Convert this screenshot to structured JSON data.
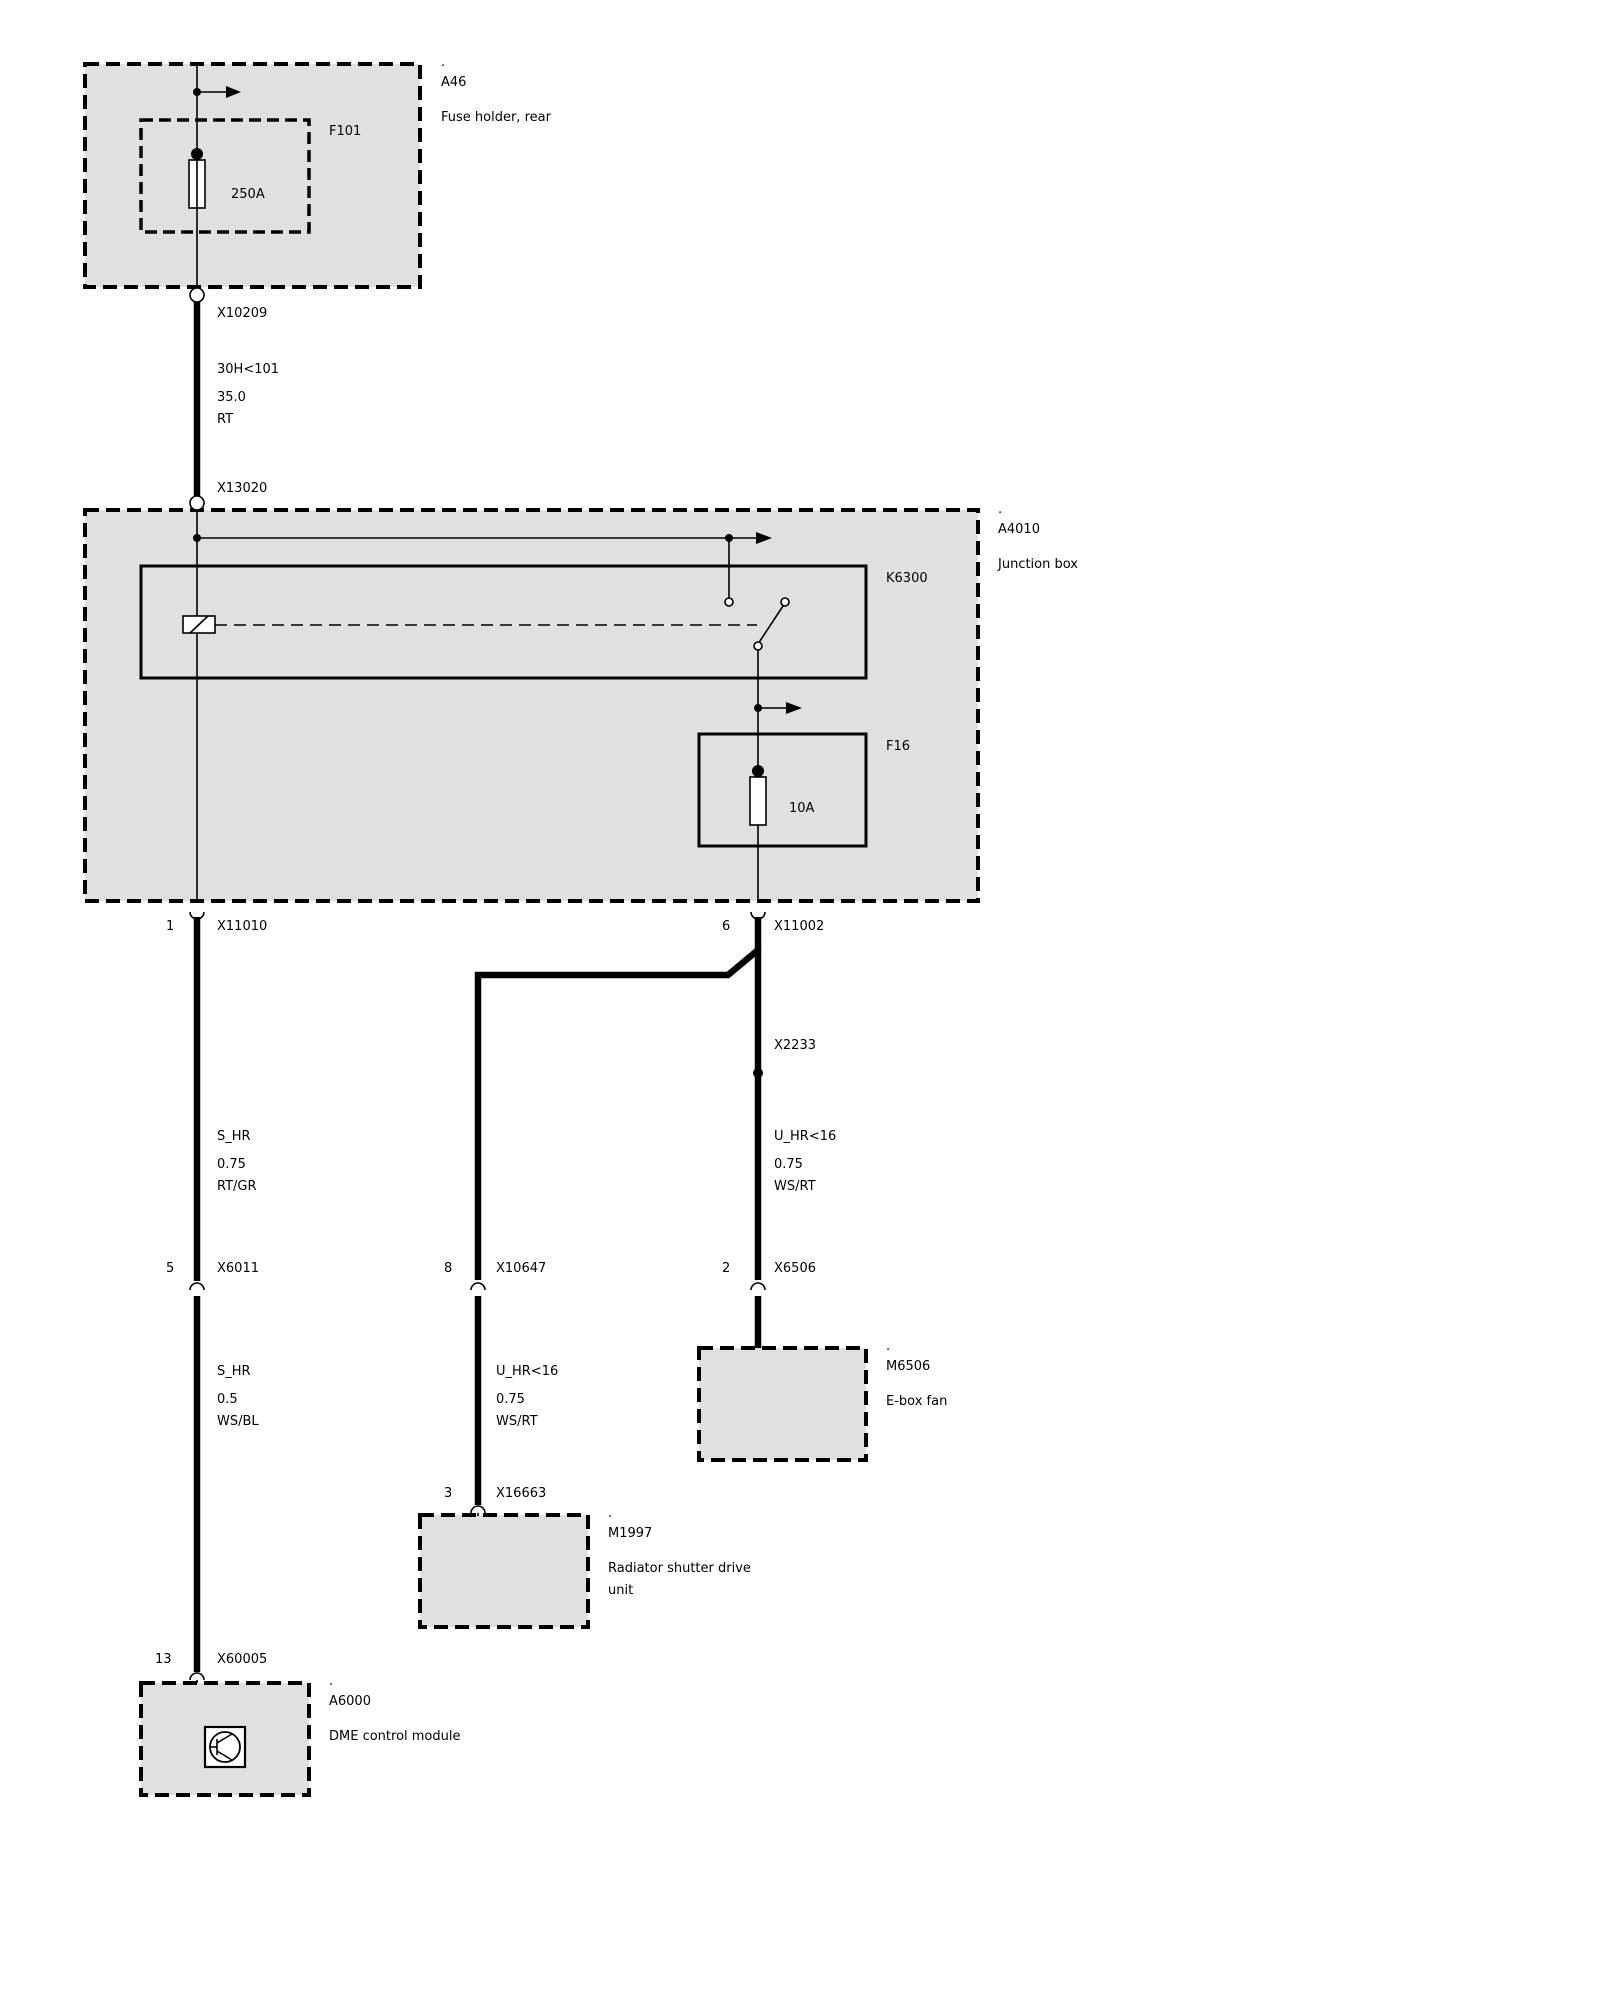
{
  "components": {
    "a46": {
      "dot": ".",
      "id": "A46",
      "desc": "Fuse holder, rear"
    },
    "f101": {
      "id": "F101",
      "rating": "250A"
    },
    "a4010": {
      "dot": ".",
      "id": "A4010",
      "desc": "Junction box"
    },
    "k6300": {
      "id": "K6300"
    },
    "f16": {
      "id": "F16",
      "rating": "10A"
    },
    "m6506": {
      "dot": ".",
      "id": "M6506",
      "desc": "E-box fan"
    },
    "m1997": {
      "dot": ".",
      "id": "M1997",
      "desc_line1": "Radiator shutter drive",
      "desc_line2": "unit"
    },
    "a6000": {
      "dot": ".",
      "id": "A6000",
      "desc": "DME control module"
    }
  },
  "connectors": {
    "x10209": "X10209",
    "x13020": "X13020",
    "x11010": {
      "pin": "1",
      "id": "X11010"
    },
    "x11002": {
      "pin": "6",
      "id": "X11002"
    },
    "x2233": "X2233",
    "x6011": {
      "pin": "5",
      "id": "X6011"
    },
    "x10647": {
      "pin": "8",
      "id": "X10647"
    },
    "x6506": {
      "pin": "2",
      "id": "X6506"
    },
    "x16663": {
      "pin": "3",
      "id": "X16663"
    },
    "x60005": {
      "pin": "13",
      "id": "X60005"
    }
  },
  "wires": {
    "w30h": {
      "signal": "30H<101",
      "size": "35.0",
      "color": "RT"
    },
    "s_hr_upper": {
      "signal": "S_HR",
      "size": "0.75",
      "color": "RT/GR"
    },
    "u_hr_right": {
      "signal": "U_HR<16",
      "size": "0.75",
      "color": "WS/RT"
    },
    "s_hr_lower": {
      "signal": "S_HR",
      "size": "0.5",
      "color": "WS/BL"
    },
    "u_hr_middle": {
      "signal": "U_HR<16",
      "size": "0.75",
      "color": "WS/RT"
    }
  }
}
